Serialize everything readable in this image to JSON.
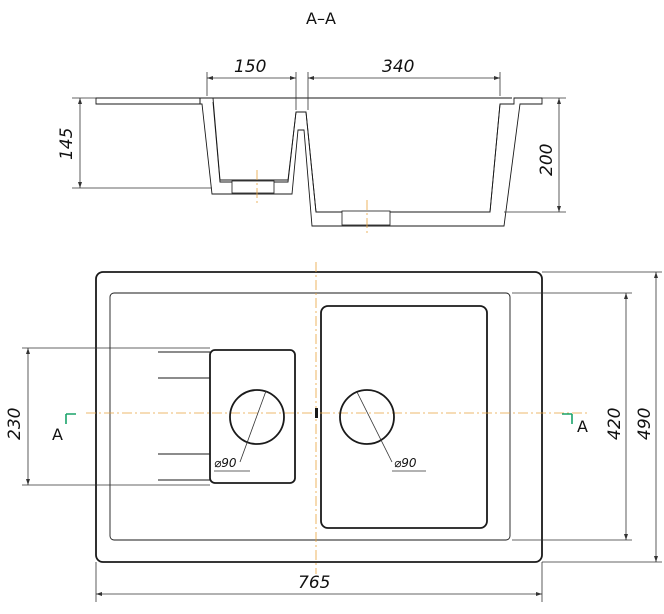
{
  "section": {
    "title": "A–A",
    "dim_left_width": "150",
    "dim_right_width": "340",
    "dim_left_depth": "145",
    "dim_right_depth": "200"
  },
  "plan": {
    "dim_height_inner": "420",
    "dim_height_outer": "490",
    "dim_width": "765",
    "dim_230": "230",
    "drain_left": "⌀90",
    "drain_right": "⌀90",
    "section_mark_left": "A",
    "section_mark_right": "A"
  },
  "colors": {
    "outline": "#1a1a1a",
    "centerline": "#e8a23c",
    "section_arrow": "#1aa36a"
  }
}
